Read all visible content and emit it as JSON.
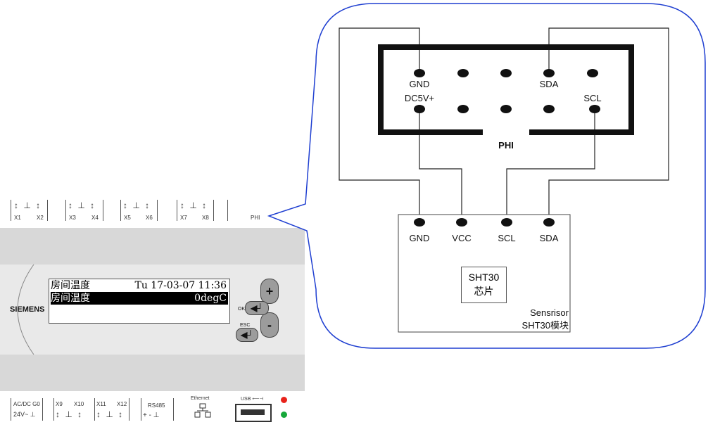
{
  "controller": {
    "brand": "SIEMENS",
    "top_terminals": [
      "X1",
      "X2",
      "X3",
      "X4",
      "X5",
      "X6",
      "X7",
      "X8"
    ],
    "top_port": "PHI",
    "lcd": {
      "line1_label": "房间温度",
      "line1_datetime": "Tu 17-03-07 11:36",
      "line2_label": "房间温度",
      "line2_value": "0degC"
    },
    "buttons": {
      "plus": "+",
      "ok": "OK",
      "esc": "ESC",
      "minus": "-"
    },
    "bottom": {
      "power_label": "AC/DC G0",
      "power_sub": "24V~ ⊥",
      "terms_a": [
        "X9",
        "X10"
      ],
      "terms_b": [
        "X11",
        "X12"
      ],
      "rs485": "RS485",
      "rs485_pins": "+  -  ⊥",
      "ethernet": "Ethernet",
      "usb": "USB"
    },
    "led_colors": [
      "#e8221b",
      "#17a83a"
    ]
  },
  "diagram": {
    "connector_name": "PHI",
    "connector_pins_top": [
      "GND",
      "SDA"
    ],
    "connector_pins_bottom": [
      "DC5V+",
      "SCL"
    ],
    "module_pins": [
      "GND",
      "VCC",
      "SCL",
      "SDA"
    ],
    "chip_line1": "SHT30",
    "chip_line2": "芯片",
    "module_name_line1": "Sensrisor",
    "module_name_line2": "SHT30模块"
  },
  "callout_color": "#1f3fd1"
}
